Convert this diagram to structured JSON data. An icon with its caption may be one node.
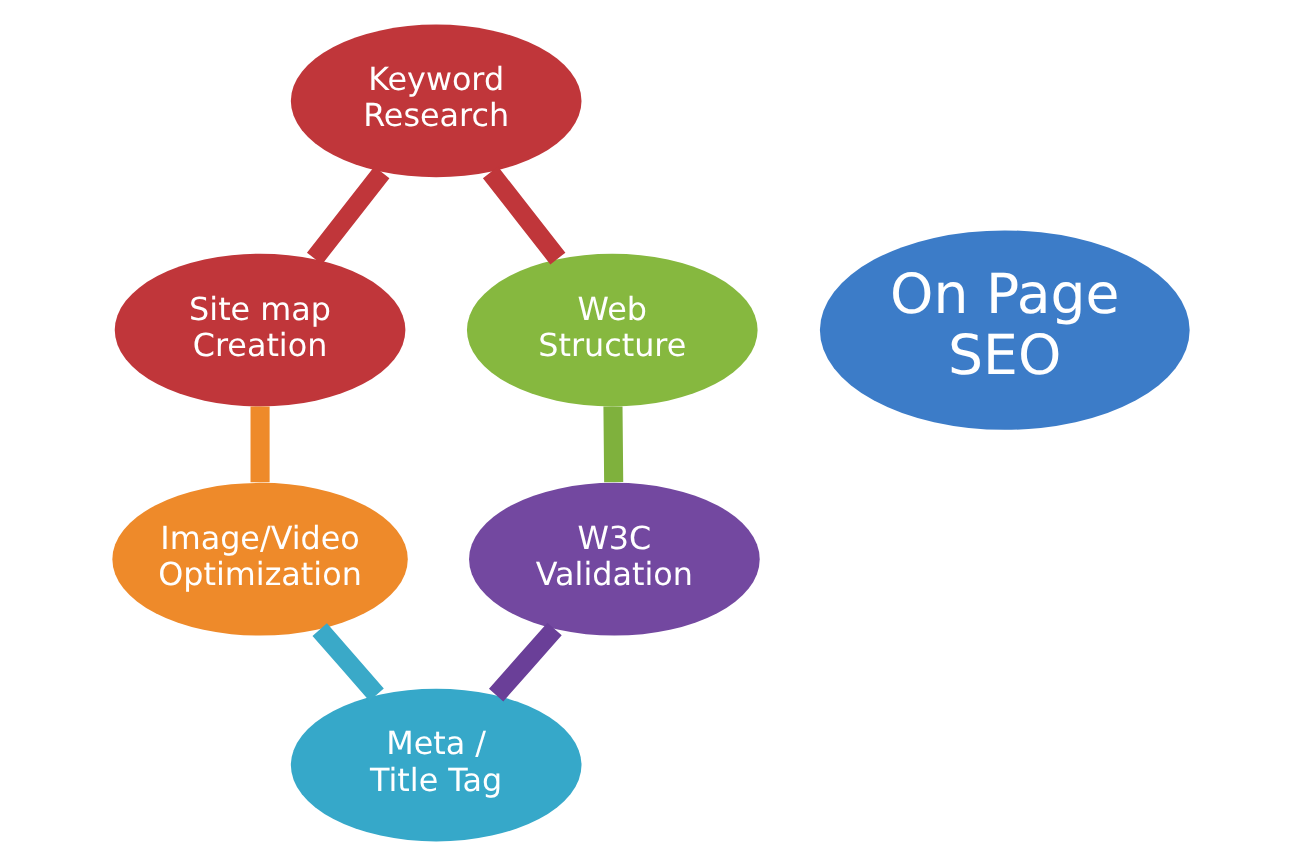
{
  "diagram": {
    "nodes": [
      {
        "text": [
          "Keyword Research"
        ]
      },
      {
        "text": [
          "Site map Creation"
        ]
      },
      {
        "text": [
          "Web Structure"
        ]
      },
      {
        "text": [
          "On Page SEO"
        ]
      },
      {
        "text": [
          "Image/Video Optimization"
        ]
      },
      {
        "text": [
          "W3C Validation"
        ]
      },
      {
        "text": [
          "Meta / Title Tag"
        ]
      }
    ],
    "edges": [
      {
        "from": 0,
        "to": 2,
        "arrow": "none",
        "color": "#c0363a"
      },
      {
        "from": 2,
        "to": 5,
        "arrow": "none",
        "color": "#7fb13d"
      },
      {
        "from": 5,
        "to": 6,
        "arrow": "none",
        "color": "#6a3f98"
      },
      {
        "from": 0,
        "to": 1,
        "arrow": "none",
        "color": "#c0363a"
      },
      {
        "from": 1,
        "to": 4,
        "arrow": "none",
        "color": "#ee8a2a"
      },
      {
        "from": 4,
        "to": 6,
        "arrow": "none",
        "color": "#3aa9c8"
      }
    ]
  }
}
